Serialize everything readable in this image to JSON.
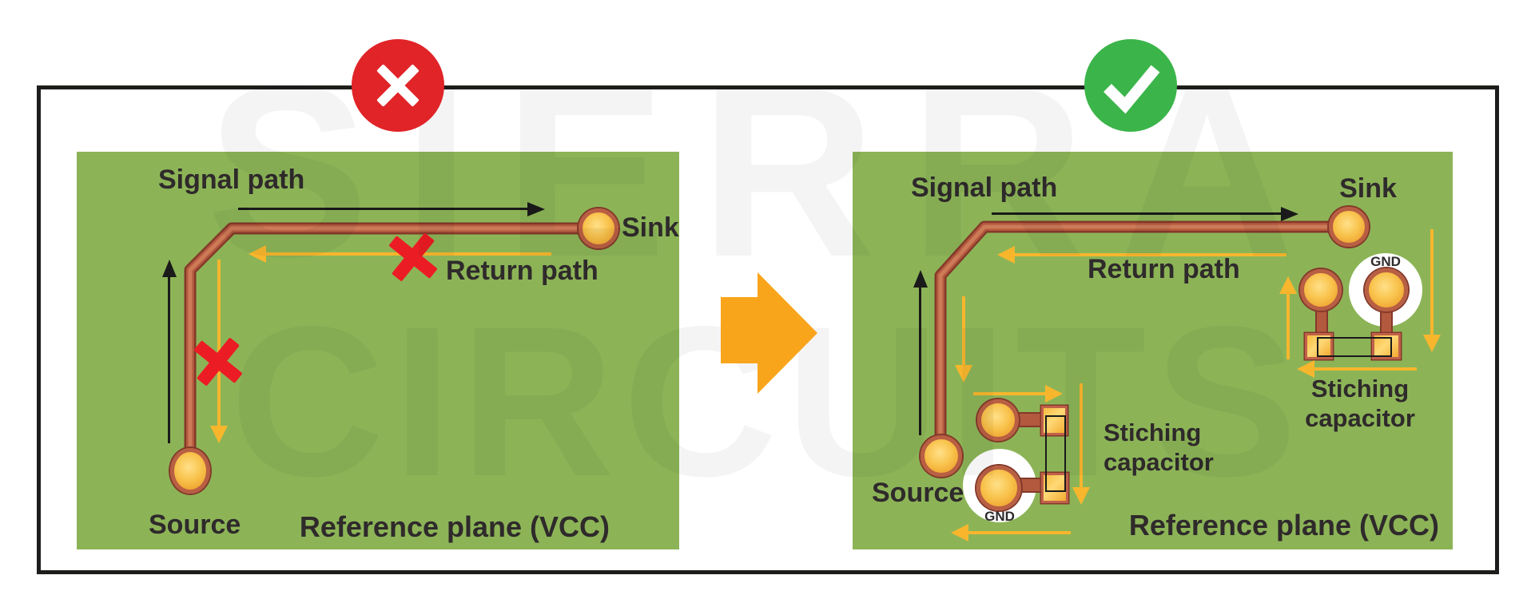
{
  "watermark": {
    "line1": "SIERRA",
    "line2": "CIRCUITS"
  },
  "verdict": {
    "wrong_icon": "x-mark",
    "right_icon": "check-mark"
  },
  "colors": {
    "board_green": "#8CB457",
    "copper_trace": "#B3593D",
    "pad_gold": "#F9C44E",
    "arrow_yellow": "#F8B62D",
    "transition_arrow_orange": "#F9A51B",
    "error_red": "#EC1C24",
    "badge_red": "#E02428",
    "badge_green": "#3BB54A",
    "text_dark": "#2F2A2B",
    "frame_black": "#1D1D1B"
  },
  "left_panel": {
    "signal_path_label": "Signal path",
    "return_path_label": "Return path",
    "sink_label": "Sink",
    "source_label": "Source",
    "reference_plane_label": "Reference plane (VCC)"
  },
  "right_panel": {
    "signal_path_label": "Signal path",
    "return_path_label": "Return path",
    "sink_label": "Sink",
    "source_label": "Source",
    "reference_plane_label": "Reference plane (VCC)",
    "gnd_top_label": "GND",
    "gnd_bottom_label": "GND",
    "stitching_top": {
      "line1": "Stiching",
      "line2": "capacitor"
    },
    "stitching_bottom": {
      "line1": "Stiching",
      "line2": "capacitor"
    }
  }
}
